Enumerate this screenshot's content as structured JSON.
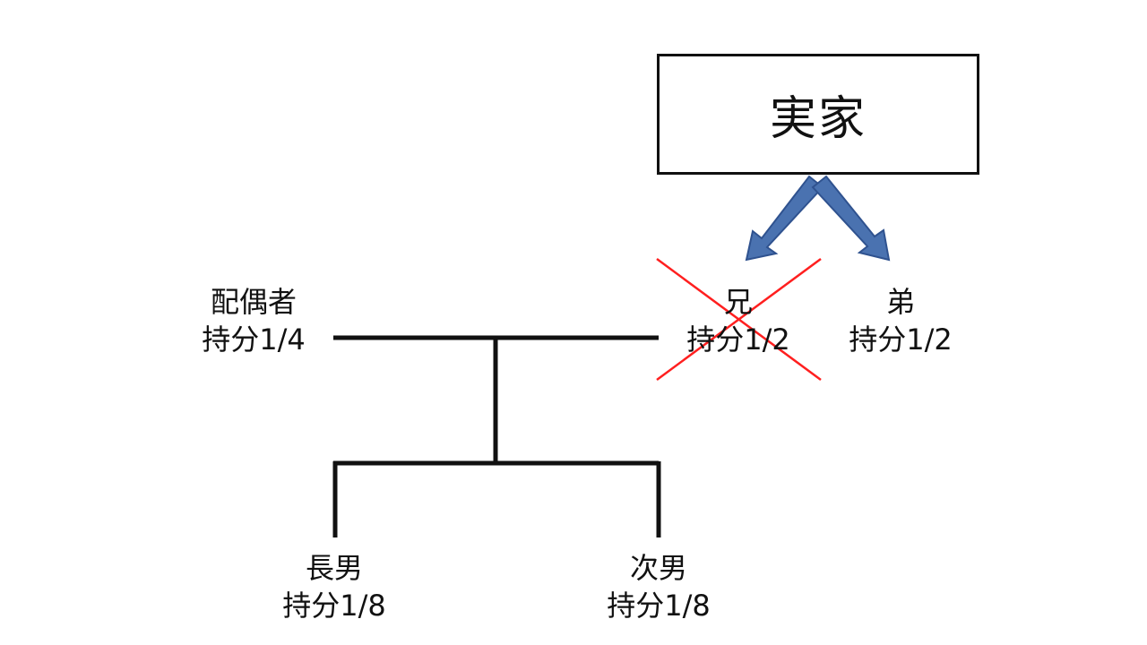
{
  "diagram": {
    "house": {
      "label": "実家"
    },
    "spouse": {
      "name": "配偶者",
      "share": "持分1/4"
    },
    "elder_brother": {
      "name": "兄",
      "share": "持分1/2",
      "crossed_out": true
    },
    "younger_brother": {
      "name": "弟",
      "share": "持分1/2"
    },
    "eldest_son": {
      "name": "長男",
      "share": "持分1/8"
    },
    "second_son": {
      "name": "次男",
      "share": "持分1/8"
    }
  },
  "colors": {
    "line": "#111111",
    "arrow_fill": "#4a72b0",
    "arrow_stroke": "#2f528f",
    "cross": "#ff1f1f"
  }
}
